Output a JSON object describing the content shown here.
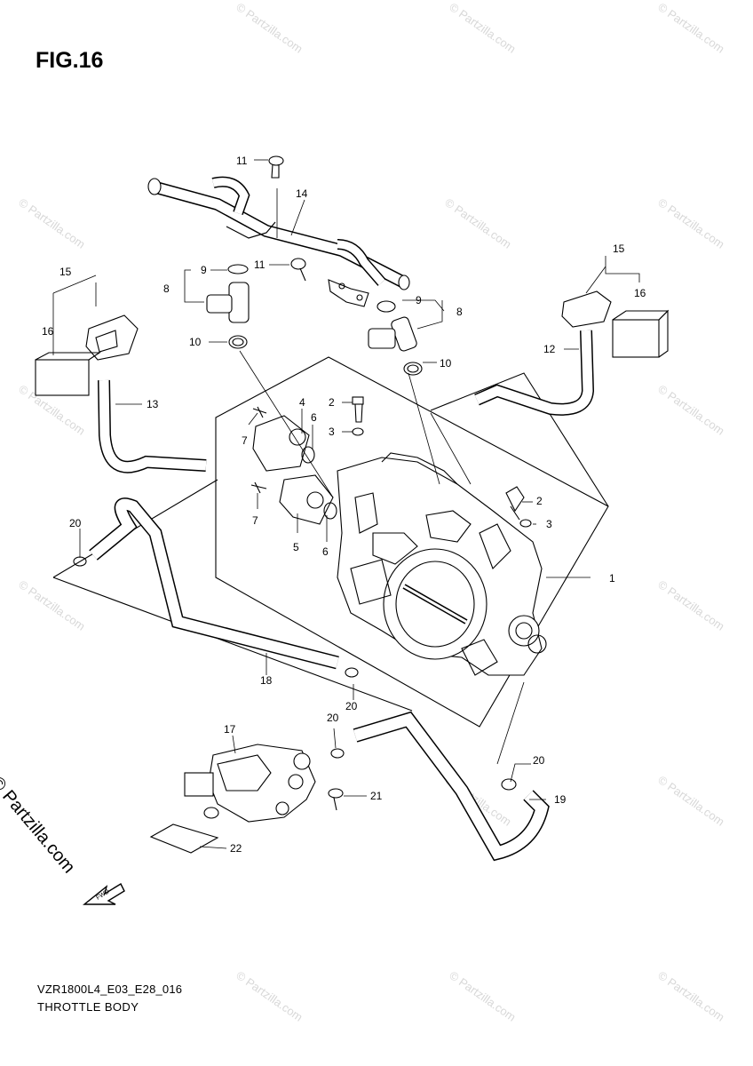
{
  "figure": {
    "title": "FIG.16",
    "code": "VZR1800L4_E03_E28_016",
    "subtitle": "THROTTLE BODY",
    "watermark": "© Partzilla.com",
    "side_copyright": "© Partzilla.com",
    "fwd_label": "FWD"
  },
  "callouts": {
    "c1": "1",
    "c2a": "2",
    "c2b": "2",
    "c3a": "3",
    "c3b": "3",
    "c4": "4",
    "c5": "5",
    "c6a": "6",
    "c6b": "6",
    "c7a": "7",
    "c7b": "7",
    "c8a": "8",
    "c8b": "8",
    "c9a": "9",
    "c9b": "9",
    "c10a": "10",
    "c10b": "10",
    "c11a": "11",
    "c11b": "11",
    "c12": "12",
    "c13": "13",
    "c14": "14",
    "c15a": "15",
    "c15b": "15",
    "c16a": "16",
    "c16b": "16",
    "c17": "17",
    "c18": "18",
    "c19": "19",
    "c20a": "20",
    "c20b": "20",
    "c20c": "20",
    "c20d": "20",
    "c21": "21",
    "c22": "22"
  }
}
